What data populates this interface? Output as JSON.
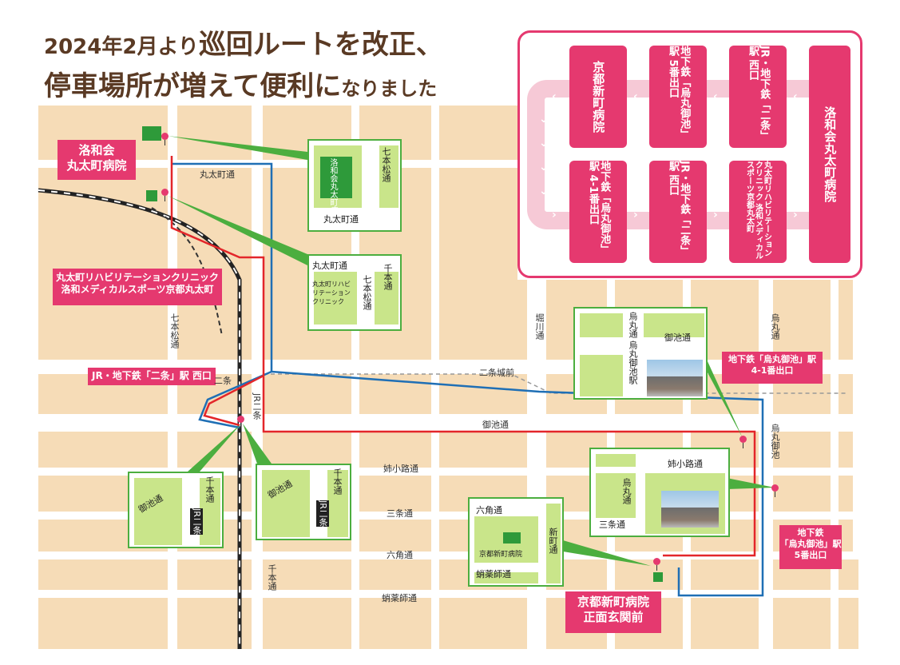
{
  "headline": {
    "line1_prefix": "2024年2月より",
    "line1_big": "巡回ルートを改正、",
    "line2_big": "停車場所が増えて便利に",
    "line2_small": "なりました"
  },
  "route_panel": {
    "top_row": [
      "京都新町病院",
      "地下鉄「烏丸御池」駅 5番出口",
      "JR・地下鉄「二条」駅 西口"
    ],
    "right_col": "洛和会丸太町病院",
    "bottom_row": [
      "地下鉄「烏丸御池」駅 4-1番出口",
      "JR・地下鉄「二条」駅 西口",
      "丸太町リハビリテーションクリニック 洛和メディカルスポーツ京都丸太町"
    ],
    "chevron_left": "‹",
    "chevron_right": "›",
    "chevron_down": "⌄"
  },
  "labels": {
    "marutamachi_hospital": "洛和会\n丸太町病院",
    "rehab_clinic": "丸太町リハビリテーションクリニック\n洛和メディカルスポーツ京都丸太町",
    "nijo_west": "JR・地下鉄「二条」駅 西口",
    "oike_4_1": "地下鉄「烏丸御池」駅\n4-1番出口",
    "oike_5": "地下鉄\n「烏丸御池」駅\n5番出口",
    "shinmachi_hospital": "京都新町病院\n正面玄関前"
  },
  "streets": {
    "marutamachi": "丸太町通",
    "shichihon_matsu": "七本松通",
    "nijo": "二条",
    "jr_nijo": "JR二条",
    "horikawa": "堀川通",
    "nijojo_mae": "二条城前",
    "oike": "御池通",
    "anekoji": "姉小路通",
    "sanjo": "三条通",
    "rokkaku": "六角通",
    "takoyakushi": "蛸薬師通",
    "senbon": "千本通",
    "karasuma": "烏丸通",
    "karasuma_oike": "烏丸御池"
  },
  "insets": {
    "hospital": {
      "name": "洛和会丸太町病院",
      "street_left": "丸太町通",
      "street_right": "七本松通"
    },
    "clinic": {
      "street_top": "丸太町通",
      "street_v1": "七本松通",
      "street_v2": "千本通",
      "name": "丸太町リハビリテーションクリニック"
    },
    "nijo_a": {
      "street_1": "御池通",
      "street_2": "千本通",
      "station": "JR二条"
    },
    "nijo_b": {
      "street_1": "御池通",
      "street_2": "千本通",
      "station": "JR二条"
    },
    "oike_4_1": {
      "street_v": "烏丸通",
      "street_h": "御池通",
      "station": "烏丸御池駅"
    },
    "oike_5": {
      "street_top": "姉小路通",
      "street_v": "烏丸通",
      "street_h": "三条通"
    },
    "shinmachi": {
      "street_top": "六角通",
      "street_v": "新町通",
      "name": "京都新町病院",
      "street_bottom": "蛸薬師通"
    }
  },
  "colors": {
    "pink": "#e5396f",
    "green": "#4cae3f",
    "red_route": "#e3262a",
    "blue_route": "#1f6fb5",
    "block": "#f6dcb7",
    "road": "#ffffff"
  }
}
